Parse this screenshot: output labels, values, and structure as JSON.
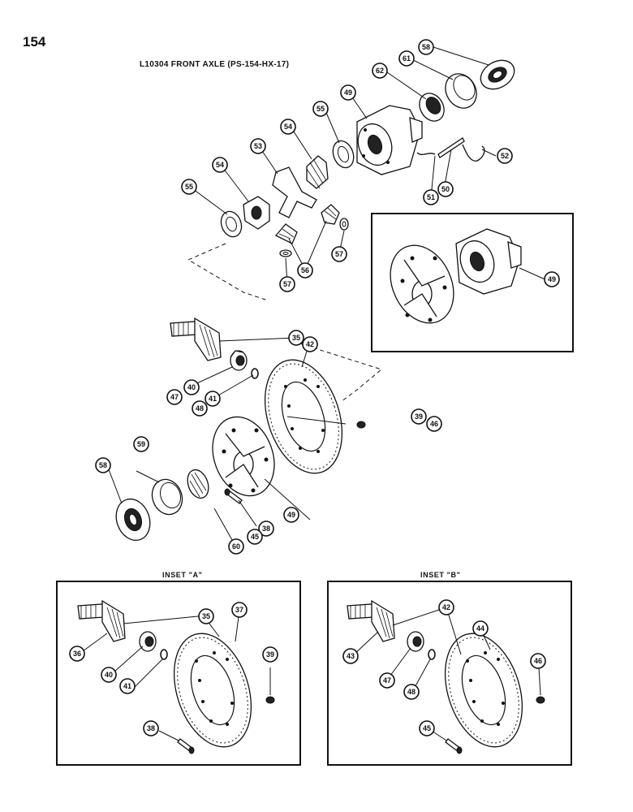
{
  "page_number": "154",
  "title": "L10304 FRONT AXLE (PS-154-HX-17)",
  "inset_a": {
    "title": "INSET \"A\""
  },
  "inset_b": {
    "title": "INSET \"B\""
  },
  "callouts": {
    "c58a": "58",
    "c61": "61",
    "c62": "62",
    "c49a": "49",
    "c55a": "55",
    "c54a": "54",
    "c53": "53",
    "c54b": "54",
    "c55b": "55",
    "c52": "52",
    "c51": "51",
    "c50": "50",
    "c56": "56",
    "c57a": "57",
    "c57b": "57",
    "c49b": "49",
    "c35": "35",
    "c42": "42",
    "c47": "47",
    "c40": "40",
    "c41": "41",
    "c48": "48",
    "c39": "39",
    "c46": "46",
    "c59": "59",
    "c58b": "58",
    "c60": "60",
    "c45": "45",
    "c38": "38",
    "c49c": "49",
    "ia35": "35",
    "ia37": "37",
    "ia36": "36",
    "ia40": "40",
    "ia41": "41",
    "ia39": "39",
    "ia38": "38",
    "ib42": "42",
    "ib44": "44",
    "ib43": "43",
    "ib47": "47",
    "ib48": "48",
    "ib46": "46",
    "ib45": "45"
  }
}
